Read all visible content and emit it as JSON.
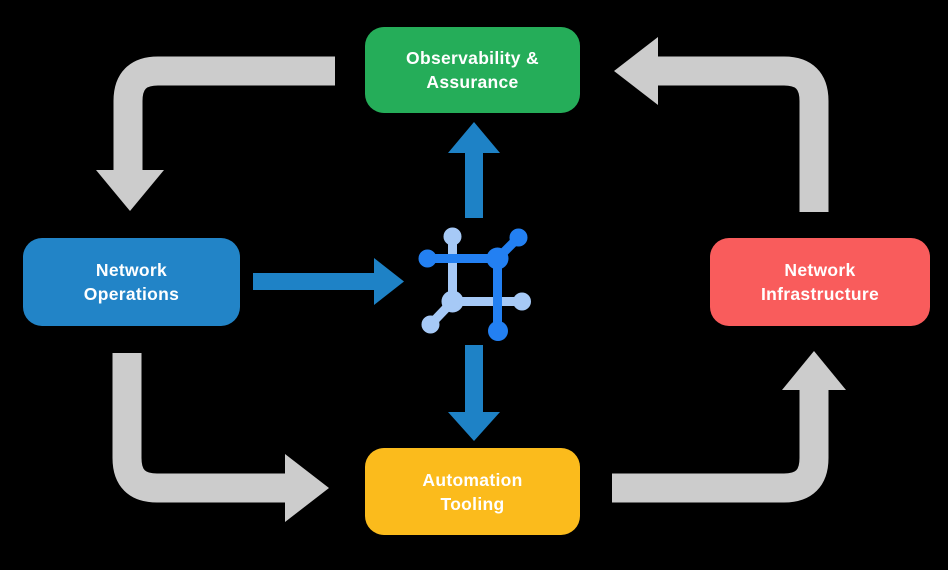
{
  "diagram": {
    "type": "cycle-flow-diagram",
    "background_color": "#000000",
    "nodes": {
      "observability": {
        "label": "Observability &\nAssurance",
        "color": "#25AD59",
        "position": "top"
      },
      "operations": {
        "label": "Network\nOperations",
        "color": "#2284C7",
        "position": "left"
      },
      "infrastructure": {
        "label": "Network\nInfrastructure",
        "color": "#F95C5C",
        "position": "right"
      },
      "automation": {
        "label": "Automation\nTooling",
        "color": "#FBBB1C",
        "position": "bottom"
      }
    },
    "center_icon": {
      "name": "network-mesh-icon",
      "dark_blue": "#2380F2",
      "light_blue": "#A6C9F6"
    },
    "colors": {
      "cycle_arrow_gray": "#CCCCCC",
      "flow_arrow_blue": "#1E82C6",
      "text": "#FFFFFF"
    },
    "cycle_edges": [
      {
        "from": "Observability & Assurance",
        "to": "Network Operations"
      },
      {
        "from": "Network Operations",
        "to": "Automation Tooling"
      },
      {
        "from": "Automation Tooling",
        "to": "Network Infrastructure"
      },
      {
        "from": "Network Infrastructure",
        "to": "Observability & Assurance"
      }
    ],
    "center_edges": [
      {
        "from": "Network Operations",
        "to": "network-mesh-icon"
      },
      {
        "from": "network-mesh-icon",
        "to": "Observability & Assurance"
      },
      {
        "from": "network-mesh-icon",
        "to": "Automation Tooling"
      }
    ]
  }
}
